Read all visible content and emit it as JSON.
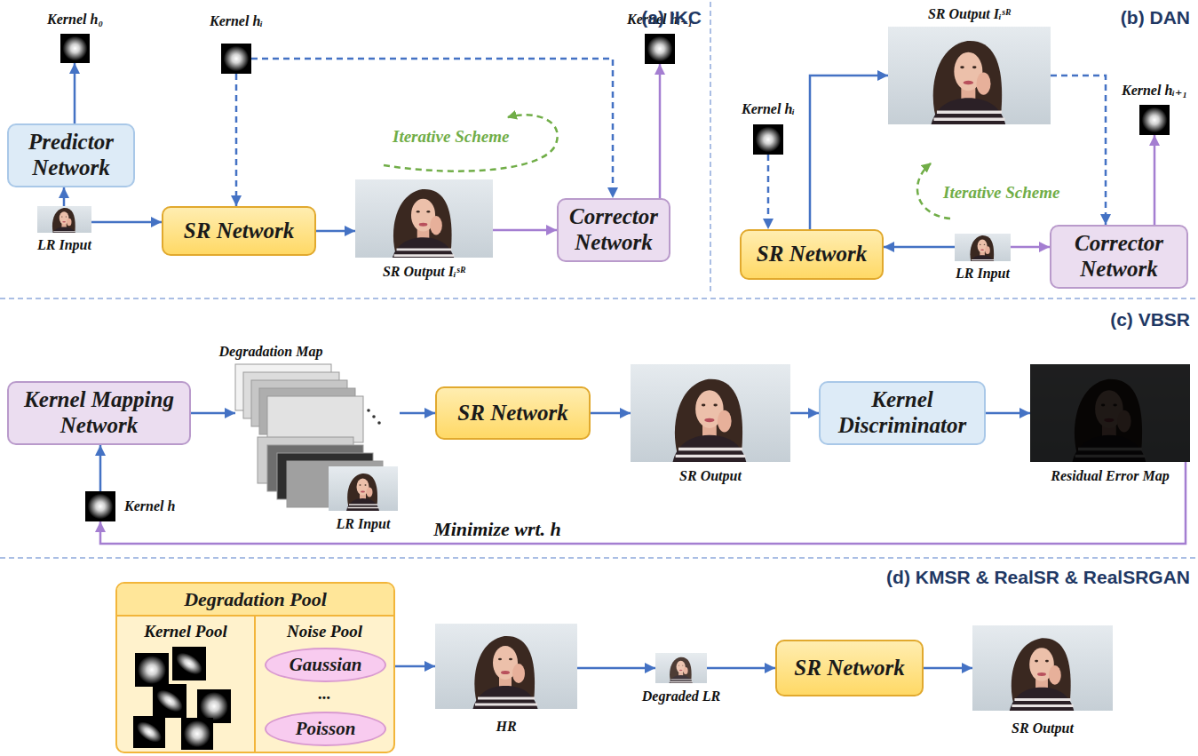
{
  "diagram": {
    "nodes": [
      {
        "text": [
          "Kernel h₀"
        ]
      },
      {
        "text": [
          "Predictor Network"
        ]
      },
      {
        "text": [
          "LR Input"
        ]
      },
      {
        "text": [
          "Kernel hᵢ"
        ]
      },
      {
        "text": [
          "SR Network"
        ]
      },
      {
        "text": [
          "SR Output Iᵢˢᴿ"
        ]
      },
      {
        "text": [
          "Corrector Network"
        ]
      },
      {
        "text": [
          "Kernel hᵢ₊₁"
        ]
      },
      {
        "text": [
          "Kernel hᵢ"
        ]
      },
      {
        "text": [
          "SR Output Iᵢˢᴿ"
        ]
      },
      {
        "text": [
          "Kernel hᵢ₊₁"
        ]
      },
      {
        "text": [
          "SR Network"
        ]
      },
      {
        "text": [
          "LR Input"
        ]
      },
      {
        "text": [
          "Corrector Network"
        ]
      },
      {
        "text": [
          "Kernel Mapping Network"
        ]
      },
      {
        "text": [
          "Kernel h"
        ]
      },
      {
        "text": [
          "Degradation Map",
          "LR Input"
        ]
      },
      {
        "text": [
          "SR Network"
        ]
      },
      {
        "text": [
          "SR Output"
        ]
      },
      {
        "text": [
          "Kernel Discriminator"
        ]
      },
      {
        "text": [
          "Residual Error Map"
        ]
      },
      {
        "text": [
          "Degradation Pool"
        ]
      },
      {
        "text": [
          "Kernel Pool"
        ],
        "in": 21
      },
      {
        "text": [
          "Noise Pool",
          "..."
        ],
        "in": 21
      },
      {
        "text": [
          "Gaussian"
        ],
        "in": 23
      },
      {
        "text": [
          "Poisson"
        ],
        "in": 23
      },
      {
        "text": [
          "HR"
        ]
      },
      {
        "text": [
          "Degraded LR"
        ]
      },
      {
        "text": [
          "SR Network"
        ]
      },
      {
        "text": [
          "SR Output"
        ]
      }
    ],
    "edges": [
      {
        "from": 2,
        "to": 1,
        "arrow": "to"
      },
      {
        "from": 1,
        "to": 0,
        "arrow": "to"
      },
      {
        "from": 2,
        "to": 4,
        "arrow": "to"
      },
      {
        "from": 3,
        "to": 4,
        "arrow": "to"
      },
      {
        "from": 3,
        "to": 6,
        "arrow": "to"
      },
      {
        "from": 4,
        "to": 5,
        "arrow": "to"
      },
      {
        "from": 5,
        "to": 6,
        "arrow": "to"
      },
      {
        "from": 6,
        "to": 7,
        "arrow": "to"
      },
      {
        "from": 8,
        "to": 11,
        "arrow": "to"
      },
      {
        "from": 11,
        "to": 9,
        "arrow": "to"
      },
      {
        "from": 9,
        "to": 13,
        "arrow": "to"
      },
      {
        "from": 12,
        "to": 11,
        "arrow": "to"
      },
      {
        "from": 12,
        "to": 13,
        "arrow": "to"
      },
      {
        "from": 13,
        "to": 10,
        "arrow": "to"
      },
      {
        "from": 15,
        "to": 14,
        "arrow": "to"
      },
      {
        "from": 14,
        "to": 16,
        "arrow": "to"
      },
      {
        "from": 16,
        "to": 17,
        "arrow": "to"
      },
      {
        "from": 17,
        "to": 18,
        "arrow": "to"
      },
      {
        "from": 18,
        "to": 19,
        "arrow": "to"
      },
      {
        "from": 19,
        "to": 20,
        "arrow": "to"
      },
      {
        "from": 20,
        "to": 15,
        "label": "Minimize wrt. h",
        "arrow": "to"
      },
      {
        "from": 21,
        "to": 26,
        "arrow": "to"
      },
      {
        "from": 26,
        "to": 27,
        "arrow": "to"
      },
      {
        "from": 27,
        "to": 28,
        "arrow": "to"
      },
      {
        "from": 28,
        "to": 29,
        "arrow": "to"
      }
    ],
    "labels": [
      "(a) IKC",
      "Iterative Scheme",
      "(b) DAN",
      "Iterative Scheme",
      "(c) VBSR",
      "(d) KMSR & RealSR & RealSRGAN"
    ]
  }
}
